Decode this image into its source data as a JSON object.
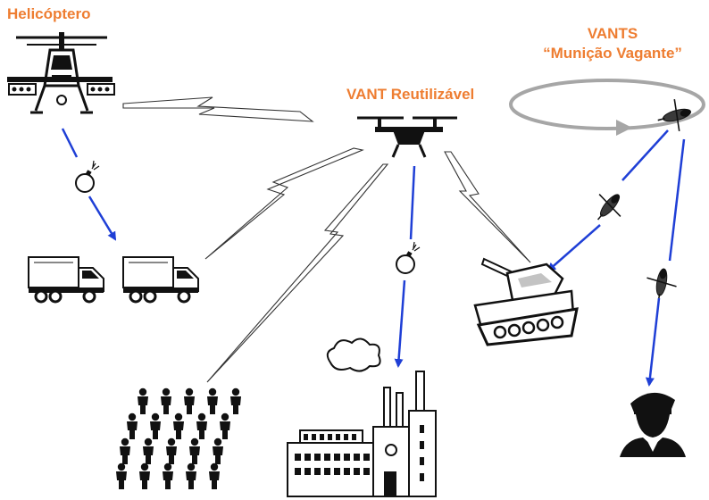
{
  "labels": {
    "helicopter": "Helicóptero",
    "vant": "VANT Reutilizável",
    "vants_title": "VANTS",
    "vants_subtitle": "“Munição Vagante”"
  },
  "colors": {
    "label": "#ee7d31",
    "arrow": "#1f3fd6",
    "icon": "#111111",
    "loop": "#a6a6a6"
  }
}
